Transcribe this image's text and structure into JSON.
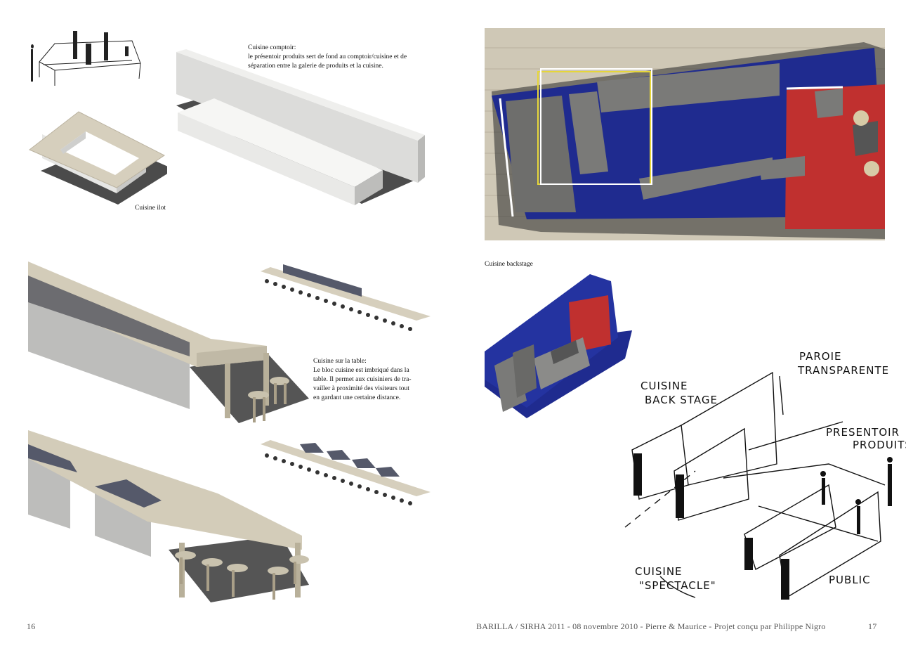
{
  "left_page": {
    "comptoir_caption": {
      "title": "Cuisine comptoir:",
      "lines": [
        "le présentoir produits sert de fond au comptoir/cuisine et de",
        "séparation  entre la galerie de produits et la cuisine."
      ]
    },
    "ilot_caption": "Cuisine ilot",
    "table_caption": {
      "title": "Cuisine sur la table:",
      "lines": [
        "Le bloc cuisine est imbriqué dans la",
        "table. Il permet aux cuisiniers de tra-",
        "vailler à proximité des visiteurs tout",
        "en gardant une certaine distance."
      ]
    },
    "page_number": "16"
  },
  "right_page": {
    "backstage_caption": "Cuisine backstage",
    "sketch_labels": {
      "backstage": [
        "CUISINE",
        "BACK STAGE"
      ],
      "paroie": [
        "PAROIE",
        "TRANSPARENTE"
      ],
      "presentoir": [
        "PRESENTOIR",
        "PRODUITS"
      ],
      "spectacle": [
        "CUISINE",
        "\"SPECTACLE\""
      ],
      "public": "PUBLIC"
    },
    "footer_text": "BARILLA / SIRHA 2011 - 08 novembre 2010 - Pierre & Maurice - Projet conçu par Philippe Nigro",
    "page_number": "17"
  },
  "colors": {
    "blue_floor": "#1f2b8f",
    "red_floor": "#c0302f",
    "wood": "#cfc7b3",
    "grey_block": "#7a7a78",
    "white_block": "#e8e8e6"
  }
}
